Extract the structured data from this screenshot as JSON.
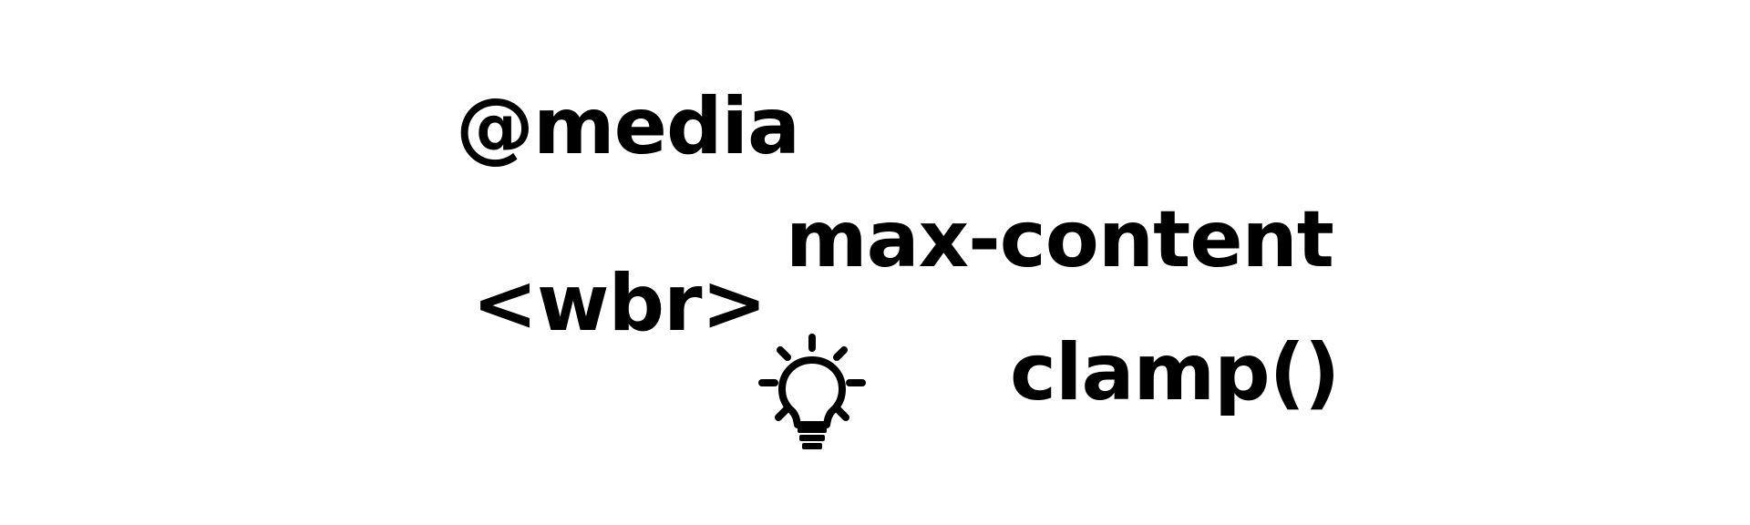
{
  "words": {
    "media": "@media",
    "max_content": "max-content",
    "wbr": "<wbr>",
    "clamp": "clamp()"
  },
  "icon": {
    "name": "lightbulb-icon",
    "color": "#000000"
  },
  "colors": {
    "background": "#ffffff",
    "text": "#000000"
  }
}
